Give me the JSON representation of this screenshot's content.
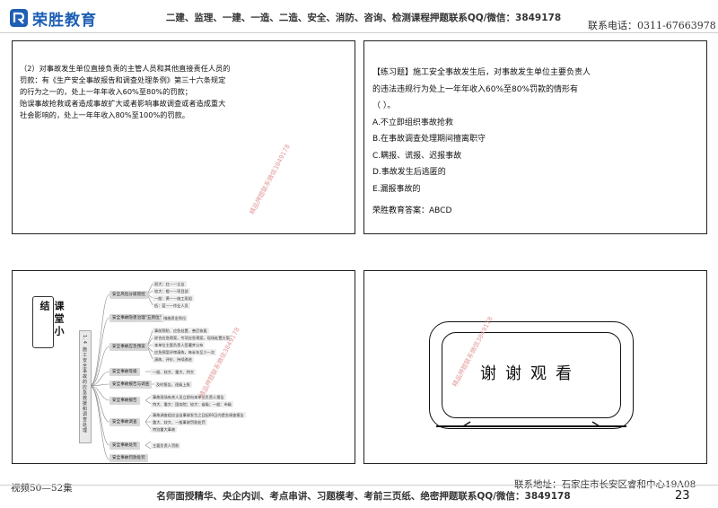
{
  "header": {
    "brand": "荣胜教育",
    "promo": "二建、监理、一建、一造、二造、安全、消防、咨询、检测课程押题联系QQ/微信：3849178",
    "phone": "联系电话：0311-67663978"
  },
  "slide1": {
    "lines": [
      "（2）对事故发生单位直接负责的主管人员和其他直接责任人员的",
      "罚款：有《生产安全事故报告和调查处理条例》第三十六条规定",
      "的行为之一的，处上一年年收入60%至80%的罚款；",
      "贻误事故抢救或者造成事故扩大或者影响事故调查或者造成重大",
      "社会影响的，处上一年年收入80%至100%的罚款。"
    ],
    "watermark": "精品押题联系微信3849178"
  },
  "slide2": {
    "question_line1": "【练习题】施工安全事故发生后，对事故发生单位主要负责人",
    "question_line2": "的违法违规行为处上一年年收入60%至80%罚款的情形有",
    "question_line3": "（   ）。",
    "options": [
      "A.不立即组织事故抢救",
      "B.在事故调查处理期间擅离职守",
      "C.瞒报、谎报、迟报事故",
      "D.事故发生后逃匿的",
      "E.漏报事故的"
    ],
    "answer": "荣胜教育答案：ABCD"
  },
  "slide3": {
    "title": "课堂小结",
    "root": "1.4 施工安全事故的应急救援和调查处理",
    "branches": [
      "安全风险分级管控",
      "安全事故隐患治理\"五到位\"",
      "安全事故应急预案",
      "安全事故等级",
      "安全事故报告与调查",
      "安全事故报告",
      "安全事故调查",
      "安全事故处罚",
      "安全事故罚款处罚"
    ],
    "leaves": [
      "很大：红——企业",
      "较大：橙——项目部",
      "一般：黄——施工班组",
      "低：蓝——作业人员",
      "措施资金到位",
      "事前预防、应急处置、善后恢复",
      "综合应急预案，专项应急预案，现场处置方案",
      "本单位主管负责人签署并公布",
      "应急预案评审演练，每半年至少一次",
      "演练、评价、持续改进",
      "一般、较大、重大、特大",
      "及时报告，逐级上报",
      "事故现场有关人员立即向本单位负责人报告",
      "特大、重大：国务院；较大：省级；一般：市级",
      "事故调查组应当自事故发生之日起60日内提交调查报告",
      "重大、较大、一般事故罚款处罚",
      "特别重大事故",
      "主要负责人罚款"
    ],
    "watermark": "精品押题联系微信3849178"
  },
  "slide4": {
    "tv_text": "谢谢观看",
    "watermark": "精品押题联系微信3849178"
  },
  "footer": {
    "left": "视频50—52集",
    "address": "联系地址：石家庄市长安区睿和中心19A08",
    "promo": "名师面授精华、央企内训、考点串讲、习题模考、考前三页纸、绝密押题联系QQ/微信：3849178",
    "page": "23"
  },
  "colors": {
    "brand": "#1e5fb4",
    "watermark": "#e29a9a"
  }
}
